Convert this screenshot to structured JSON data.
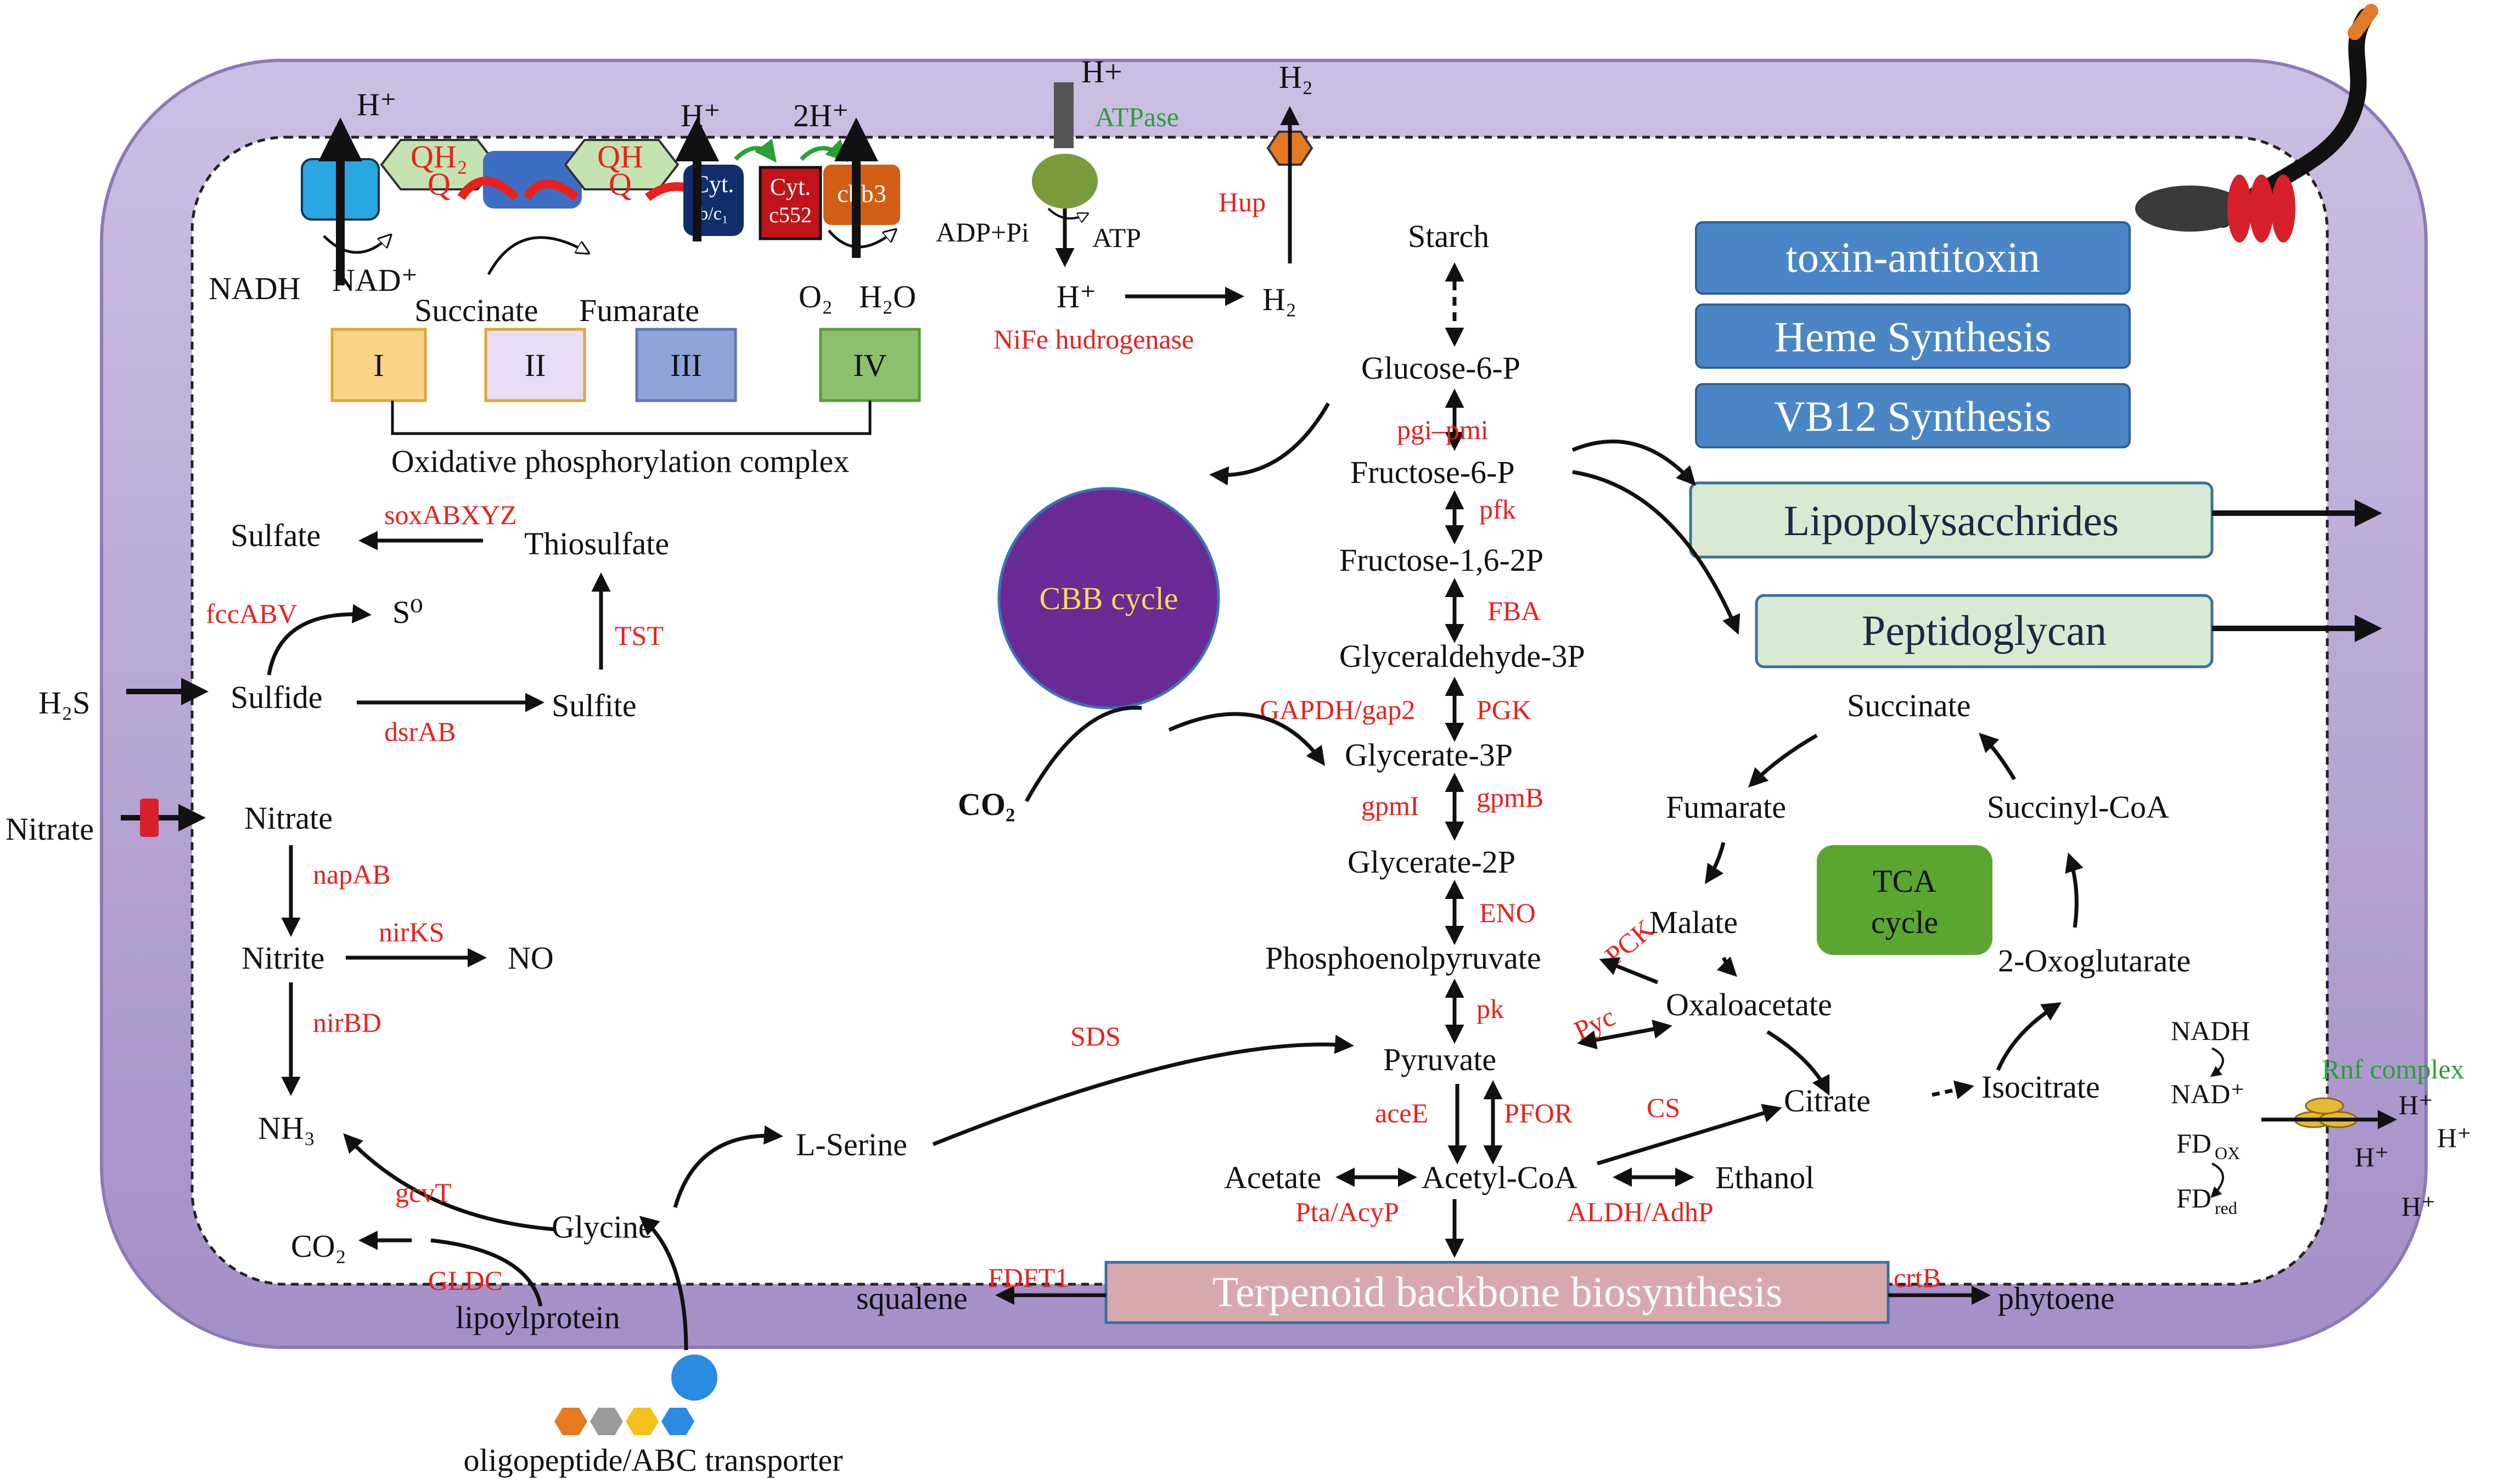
{
  "membrane": {
    "h_plus": "H⁺",
    "h_plus_alt": "H+",
    "two_h_plus": "2H⁺",
    "h2": "H₂",
    "nadh": "NADH",
    "nad_plus": "NAD⁺",
    "succinate": "Succinate",
    "fumarate": "Fumarate",
    "qh2": "QH₂",
    "q": "Q",
    "qh": "QH",
    "cyt_bc1": "Cyt.",
    "cyt_bc1_sub": "b/c₁",
    "cyt_c552": "Cyt.",
    "cyt_c552_sub": "c552",
    "cbb3": "cbb3",
    "o2": "O₂",
    "h2o": "H₂O",
    "atpase": "ATPase",
    "adp_pi": "ADP+Pi",
    "atp": "ATP",
    "hup": "Hup",
    "nife": "NiFe hudrogenase",
    "complexes": [
      "I",
      "II",
      "III",
      "IV"
    ],
    "oxphos": "Oxidative phosphorylation complex"
  },
  "sulfur": {
    "sulfate": "Sulfate",
    "sox": "soxABXYZ",
    "thiosulfate": "Thiosulfate",
    "fcc": "fccABV",
    "s0": "S⁰",
    "tst": "TST",
    "h2s": "H₂S",
    "sulfide": "Sulfide",
    "dsr": "dsrAB",
    "sulfite": "Sulfite"
  },
  "nitrogen": {
    "nitrate_out": "Nitrate",
    "nitrate": "Nitrate",
    "nap": "napAB",
    "nitrite": "Nitrite",
    "nirks": "nirKS",
    "no": "NO",
    "nirbd": "nirBD",
    "nh3": "NH₃"
  },
  "glycine": {
    "gcvt": "gcvT",
    "co2": "CO₂",
    "glycine": "Glycine",
    "gldc": "GLDC",
    "lipoyl": "lipoylprotein",
    "serine": "L-Serine",
    "sds": "SDS",
    "transporter": "oligopeptide/ABC transporter"
  },
  "glycolysis": {
    "starch": "Starch",
    "g6p": "Glucose-6-P",
    "pgi": "pgi–pmi",
    "f6p": "Fructose-6-P",
    "pfk": "pfk",
    "f16": "Fructose-1,6-2P",
    "fba": "FBA",
    "g3p": "Glyceraldehyde-3P",
    "gapdh": "GAPDH/gap2",
    "pgk": "PGK",
    "gly3p": "Glycerate-3P",
    "gpmi": "gpmI",
    "gpmb": "gpmB",
    "gly2p": "Glycerate-2P",
    "eno": "ENO",
    "pep": "Phosphoenolpyruvate",
    "pk": "pk",
    "pyruvate": "Pyruvate",
    "acee": "aceE",
    "pfor": "PFOR",
    "acetate": "Acetate",
    "acetylcoa": "Acetyl-CoA",
    "ethanol": "Ethanol",
    "pta": "Pta/AcyP",
    "aldh": "ALDH/AdhP",
    "co2": "CO₂",
    "cbb": "CBB cycle"
  },
  "tca": {
    "succinate": "Succinate",
    "fumarate": "Fumarate",
    "succinylcoa": "Succinyl-CoA",
    "malate": "Malate",
    "pck": "PCK",
    "oxaloacetate": "Oxaloacetate",
    "pyc": "Pyc",
    "oxoglutarate": "2-Oxoglutarate",
    "citrate": "Citrate",
    "isocitrate": "Isocitrate",
    "cs": "CS",
    "label1": "TCA",
    "label2": "cycle"
  },
  "terpenoid": {
    "box": "Terpenoid backbone biosynthesis",
    "squalene": "squalene",
    "fdft1": "FDFT1",
    "crtb": "crtB",
    "phytoene": "phytoene"
  },
  "pathways": {
    "toxin": "toxin-antitoxin",
    "heme": "Heme Synthesis",
    "vb12": "VB12 Synthesis",
    "lps": "Lipopolysacchrides",
    "pgn": "Peptidoglycan"
  },
  "rnf": {
    "nadh": "NADH",
    "nad": "NAD⁺",
    "fdox": "FD",
    "fdox_sub": "OX",
    "fdred": "FD",
    "fdred_sub": "red",
    "title": "Rnf complex",
    "h": "H⁺"
  },
  "colors": {
    "membrane": "#b7a5d3",
    "membrane_dark": "#8f78b8",
    "cytoplasm": "#ffffff",
    "enzyme_red": "#e8211d",
    "green_text": "#2aa035",
    "blue_box": "#4a86c5",
    "green_box": "#d9ead3",
    "cbb": "#6a2a94",
    "tca": "#5aa631",
    "terpenoid": "#d7a9ad"
  }
}
